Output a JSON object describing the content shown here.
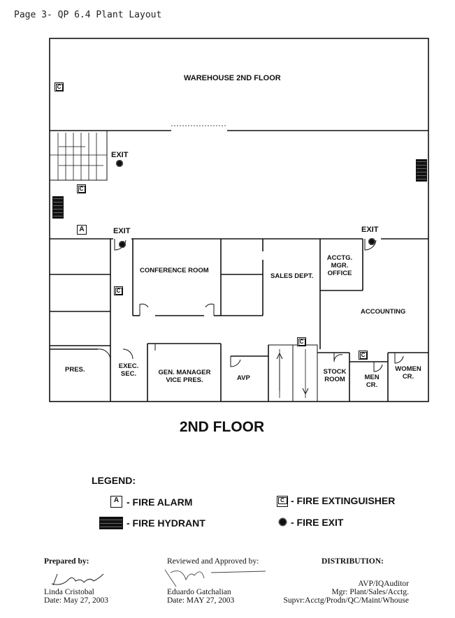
{
  "header": {
    "text": "Page 3- QP 6.4 Plant Layout"
  },
  "rooms": {
    "warehouse": "WAREHOUSE 2ND FLOOR",
    "conference": "CONFERENCE ROOM",
    "sales": "SALES DEPT.",
    "acctg_mgr": [
      "ACCTG.",
      "MGR.",
      "OFFICE"
    ],
    "accounting": "ACCOUNTING",
    "pres": "PRES.",
    "exec_sec": [
      "EXEC.",
      "SEC."
    ],
    "gen_manager": [
      "GEN. MANAGER",
      "VICE PRES."
    ],
    "avp": "AVP",
    "stock_room": [
      "STOCK",
      "ROOM"
    ],
    "men_cr": [
      "MEN",
      "CR."
    ],
    "women_cr": [
      "WOMEN",
      "CR."
    ]
  },
  "exits": {
    "label": "EXIT"
  },
  "markers": {
    "extinguisher": "C",
    "alarm": "A"
  },
  "floor_title": "2ND FLOOR",
  "legend": {
    "title": "LEGEND:",
    "fire_alarm": "- FIRE ALARM",
    "fire_hydrant": "- FIRE HYDRANT",
    "fire_extinguisher": "- FIRE EXTINGUISHER",
    "fire_exit": "- FIRE EXIT"
  },
  "signatures": {
    "prepared": {
      "heading": "Prepared by:",
      "name": "Linda Cristobal",
      "date": "Date:  May 27, 2003"
    },
    "reviewed": {
      "heading": "Reviewed and Approved by:",
      "name": "Eduardo Gatchalian",
      "date": "Date:  MAY 27, 2003"
    },
    "distribution": {
      "heading": "DISTRIBUTION:",
      "line1": "AVP/IQAuditor",
      "line2": "Mgr: Plant/Sales/Acctg.",
      "line3": "Supvr:Acctg/Prodn/QC/Maint/Whouse"
    }
  }
}
